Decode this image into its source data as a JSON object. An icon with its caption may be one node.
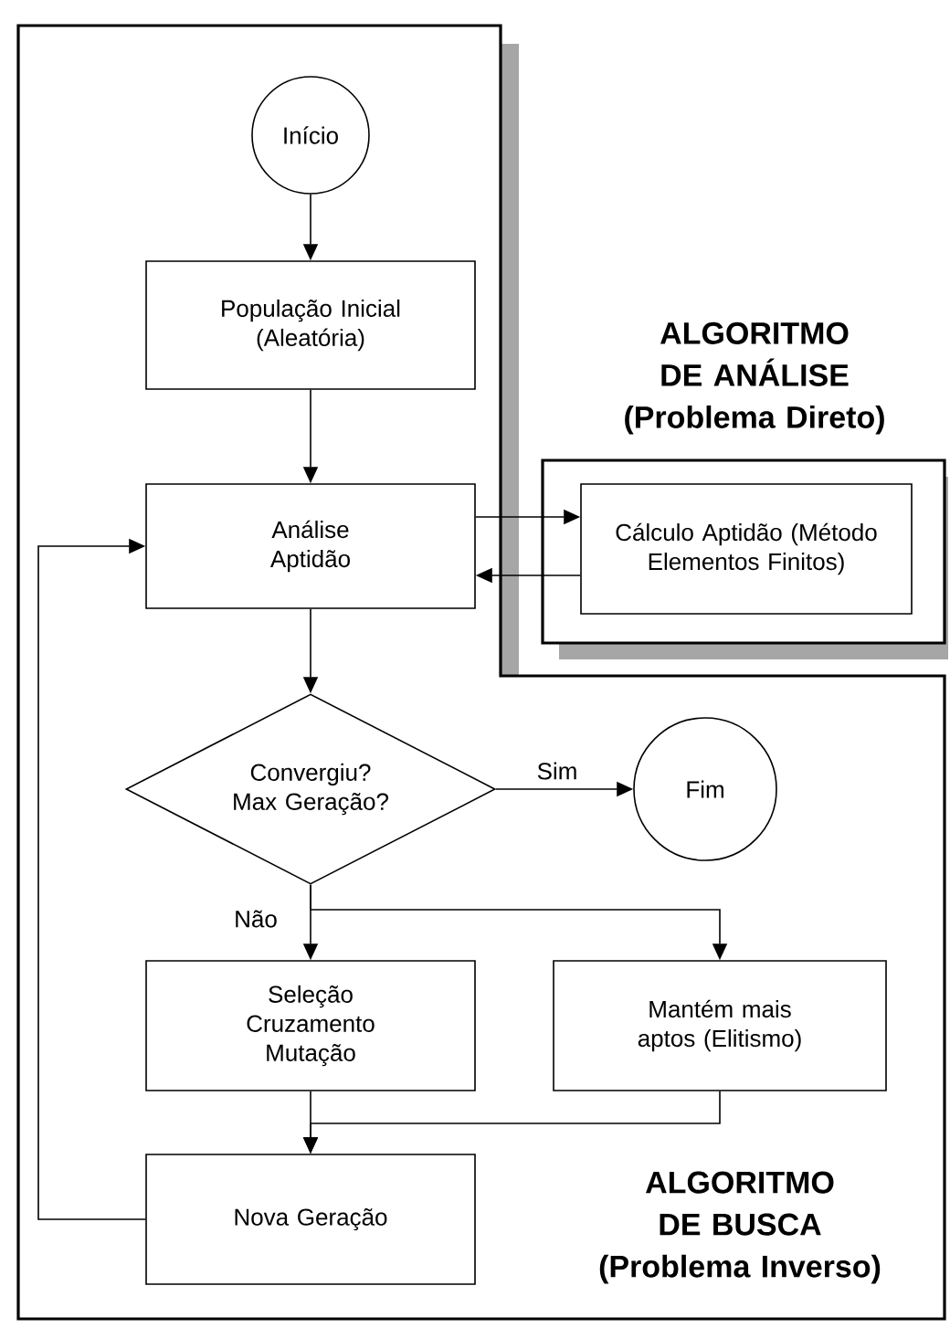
{
  "diagram": {
    "nodes": [
      {
        "text": [
          "ALGORITMO DE BUSCA",
          "(Problema Inverso)"
        ]
      },
      {
        "text": [
          "Início"
        ],
        "in": 0
      },
      {
        "text": [
          "População Inicial (Aleatória)"
        ],
        "in": 0
      },
      {
        "text": [
          "Análise Aptidão"
        ],
        "in": 0
      },
      {
        "text": [
          "ALGORITMO DE ANÁLISE",
          "(Problema Direto)"
        ]
      },
      {
        "text": [
          "Cálculo Aptidão (Método Elementos Finitos)"
        ],
        "in": 4
      },
      {
        "text": [
          "Convergiu? Max Geração?"
        ],
        "in": 0
      },
      {
        "text": [
          "Fim"
        ],
        "in": 0
      },
      {
        "text": [
          "Seleção Cruzamento Mutação"
        ],
        "in": 0
      },
      {
        "text": [
          "Mantém mais aptos (Elitismo)"
        ],
        "in": 0
      },
      {
        "text": [
          "Nova Geração"
        ],
        "in": 0
      }
    ],
    "edges": [
      {
        "from": 1,
        "to": 2,
        "arrow": "to"
      },
      {
        "from": 2,
        "to": 3,
        "arrow": "to"
      },
      {
        "from": 3,
        "to": 5,
        "arrow": "to"
      },
      {
        "from": 5,
        "to": 3,
        "arrow": "to"
      },
      {
        "from": 3,
        "to": 6,
        "arrow": "to"
      },
      {
        "from": 6,
        "to": 7,
        "arrow": "to",
        "label": "Sim"
      },
      {
        "from": 6,
        "to": 8,
        "arrow": "to",
        "label": "Não"
      },
      {
        "from": 6,
        "to": 9,
        "arrow": "to"
      },
      {
        "from": 8,
        "to": 10,
        "arrow": "to"
      },
      {
        "from": 9,
        "to": 10,
        "arrow": "to"
      },
      {
        "from": 10,
        "to": 3,
        "arrow": "to"
      }
    ]
  }
}
